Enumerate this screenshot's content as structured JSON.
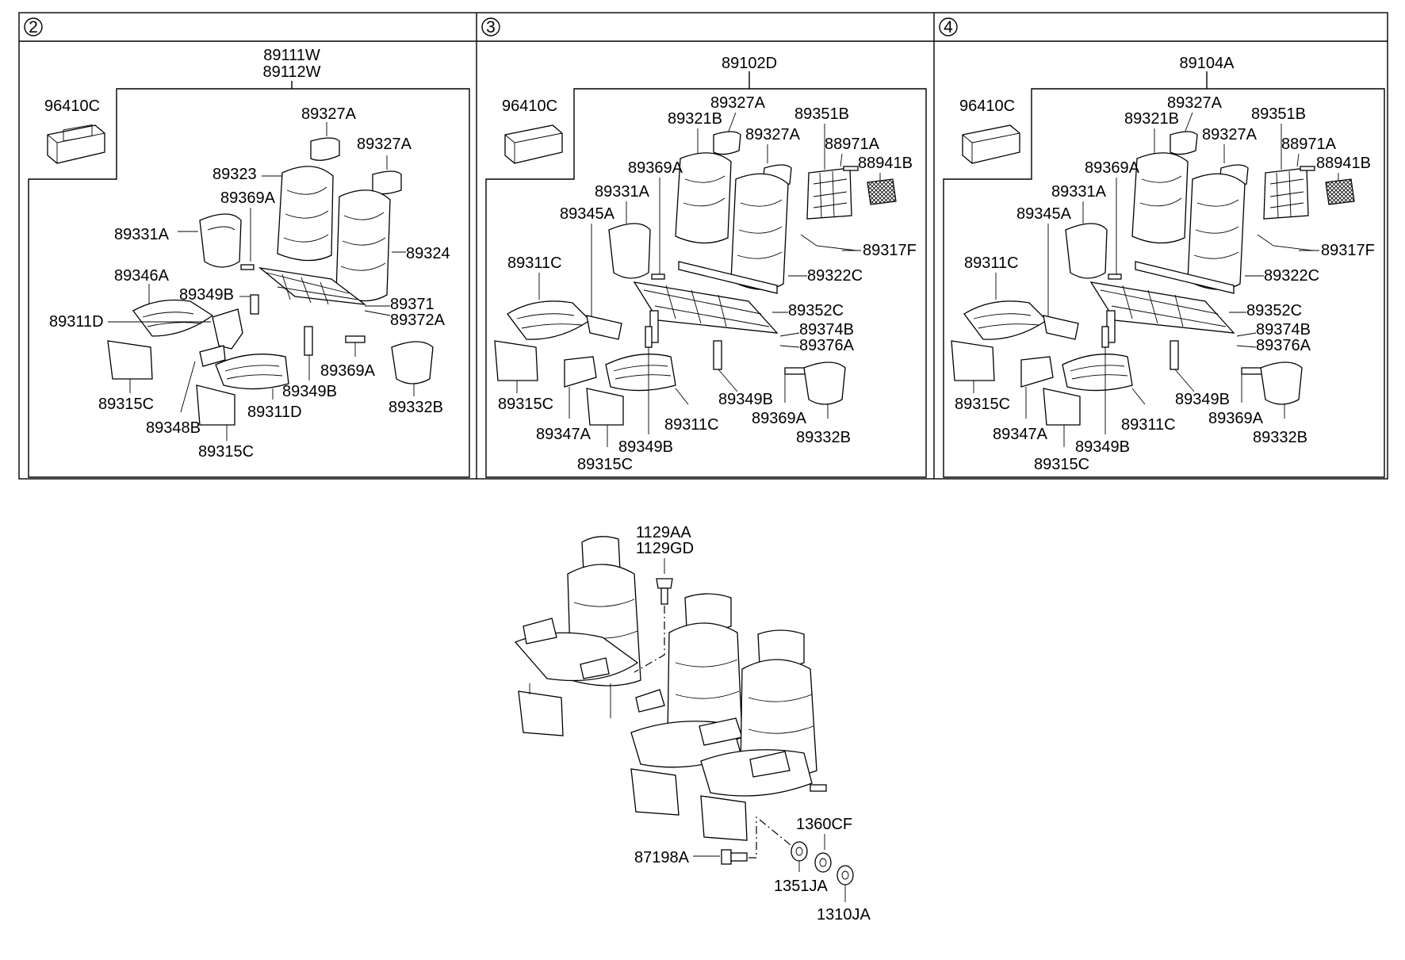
{
  "panels": [
    {
      "number": "2",
      "assembly": [
        "89111W",
        "89112W"
      ],
      "labels": [
        "96410C",
        "89327A",
        "89327A",
        "89323",
        "89369A",
        "89324",
        "89331A",
        "89346A",
        "89349B",
        "89371",
        "89372A",
        "89311D",
        "89369A",
        "89315C",
        "89349B",
        "89332B",
        "89311D",
        "89348B",
        "89315C"
      ]
    },
    {
      "number": "3",
      "assembly": [
        "89102D"
      ],
      "labels": [
        "96410C",
        "89327A",
        "89321B",
        "89351B",
        "89327A",
        "88971A",
        "88941B",
        "89369A",
        "89331A",
        "89345A",
        "89317F",
        "89311C",
        "89322C",
        "89352C",
        "89374B",
        "89376A",
        "89315C",
        "89349B",
        "89311C",
        "89369A",
        "89347A",
        "89332B",
        "89349B",
        "89315C"
      ]
    },
    {
      "number": "4",
      "assembly": [
        "89104A"
      ],
      "labels": [
        "96410C",
        "89327A",
        "89321B",
        "89351B",
        "89327A",
        "88971A",
        "88941B",
        "89369A",
        "89331A",
        "89345A",
        "89317F",
        "89311C",
        "89322C",
        "89352C",
        "89374B",
        "89376A",
        "89315C",
        "89349B",
        "89311C",
        "89369A",
        "89347A",
        "89332B",
        "89349B",
        "89315C"
      ]
    }
  ],
  "overview": {
    "labels": [
      "1129AA",
      "1129GD",
      "1360CF",
      "87198A",
      "1351JA",
      "1310JA"
    ]
  },
  "colors": {
    "line": "#000000",
    "background": "#ffffff"
  }
}
